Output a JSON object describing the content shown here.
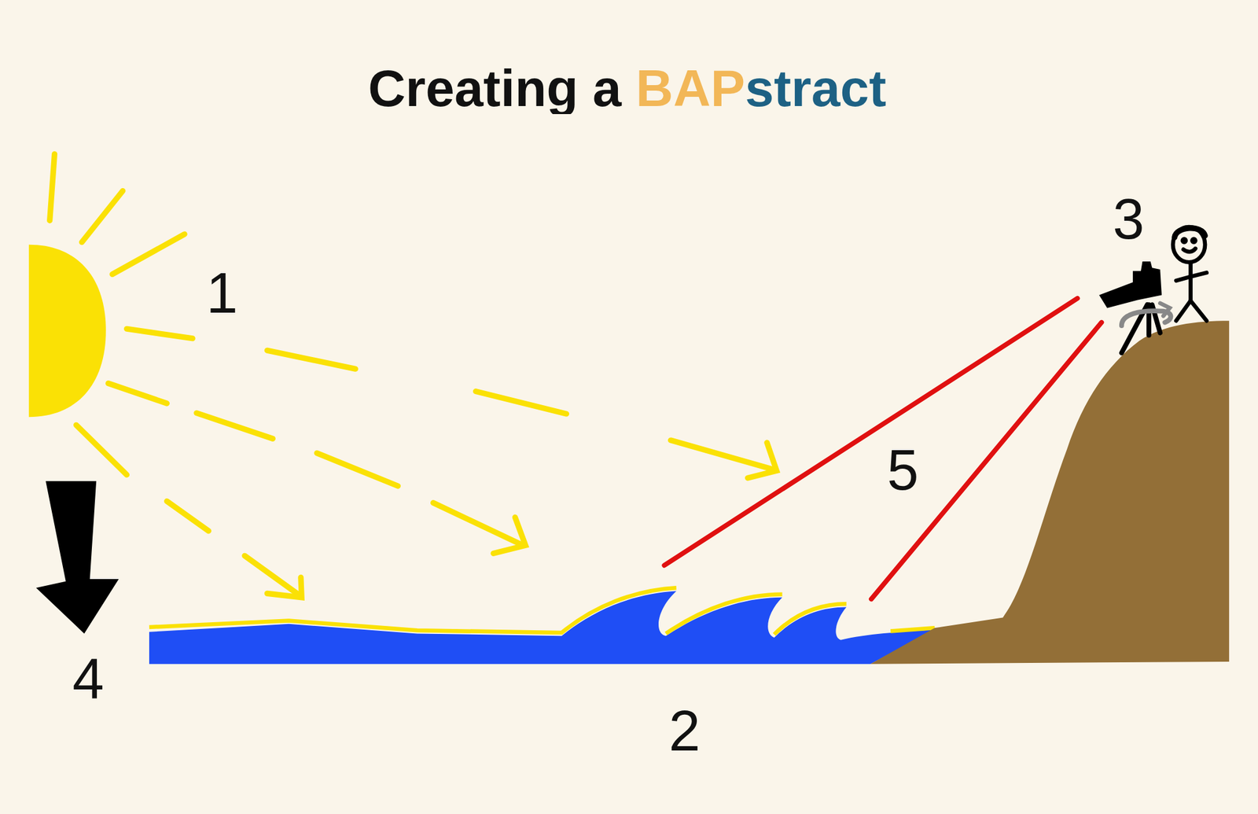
{
  "diagram": {
    "title": "Creating a BAPstract",
    "labels": [
      "1",
      "2",
      "3",
      "4",
      "5"
    ]
  }
}
